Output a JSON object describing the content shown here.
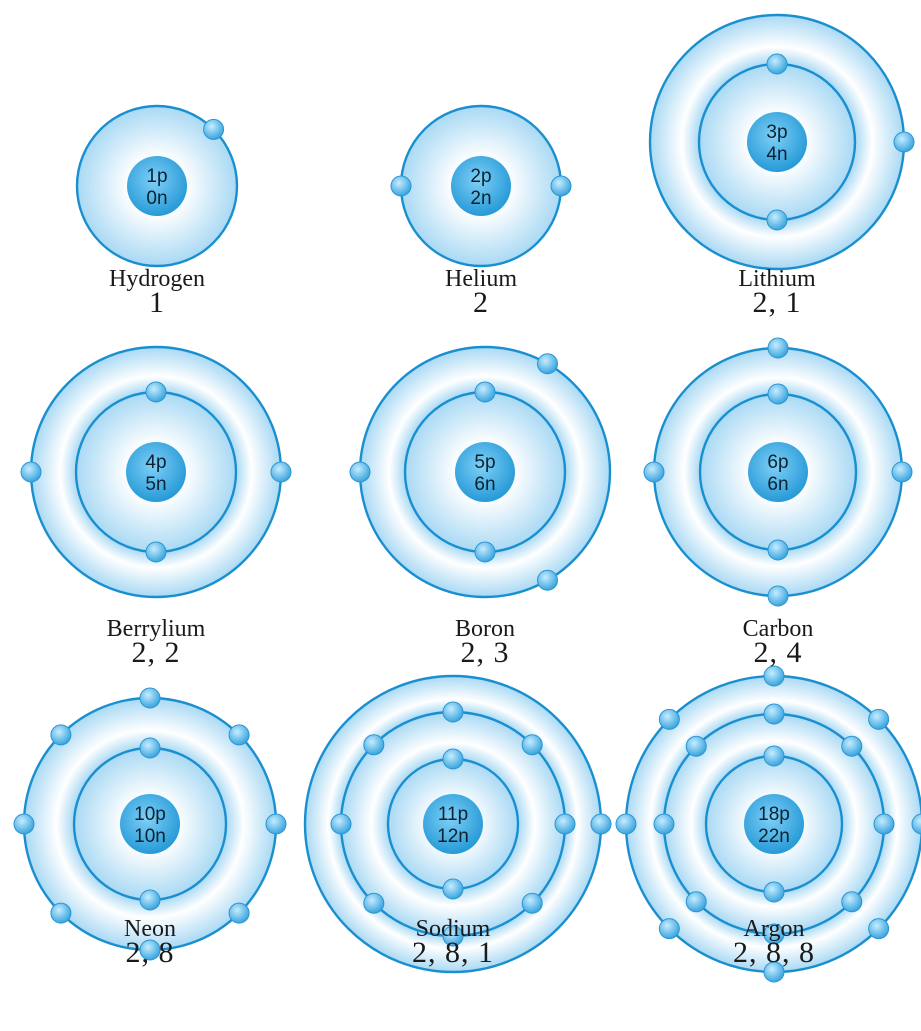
{
  "atoms": [
    {
      "name": "Hydrogen",
      "config": "1",
      "protons": "1p",
      "neutrons": "0n",
      "shells": [
        1
      ]
    },
    {
      "name": "Helium",
      "config": "2",
      "protons": "2p",
      "neutrons": "2n",
      "shells": [
        2
      ]
    },
    {
      "name": "Lithium",
      "config": "2, 1",
      "protons": "3p",
      "neutrons": "4n",
      "shells": [
        2,
        1
      ]
    },
    {
      "name": "Berrylium",
      "config": "2, 2",
      "protons": "4p",
      "neutrons": "5n",
      "shells": [
        2,
        2
      ]
    },
    {
      "name": "Boron",
      "config": "2, 3",
      "protons": "5p",
      "neutrons": "6n",
      "shells": [
        2,
        3
      ]
    },
    {
      "name": "Carbon",
      "config": "2, 4",
      "protons": "6p",
      "neutrons": "6n",
      "shells": [
        2,
        4
      ]
    },
    {
      "name": "Neon",
      "config": "2, 8",
      "protons": "10p",
      "neutrons": "10n",
      "shells": [
        2,
        8
      ]
    },
    {
      "name": "Sodium",
      "config": "2, 8, 1",
      "protons": "11p",
      "neutrons": "12n",
      "shells": [
        2,
        8,
        1
      ]
    },
    {
      "name": "Argon",
      "config": "2, 8, 8",
      "protons": "18p",
      "neutrons": "22n",
      "shells": [
        2,
        8,
        8
      ]
    }
  ],
  "colors": {
    "ring": "#1a8fd0",
    "electron": "#46b4ea",
    "nucleus": "#2fa3de",
    "halo": "#a9d9f4"
  }
}
